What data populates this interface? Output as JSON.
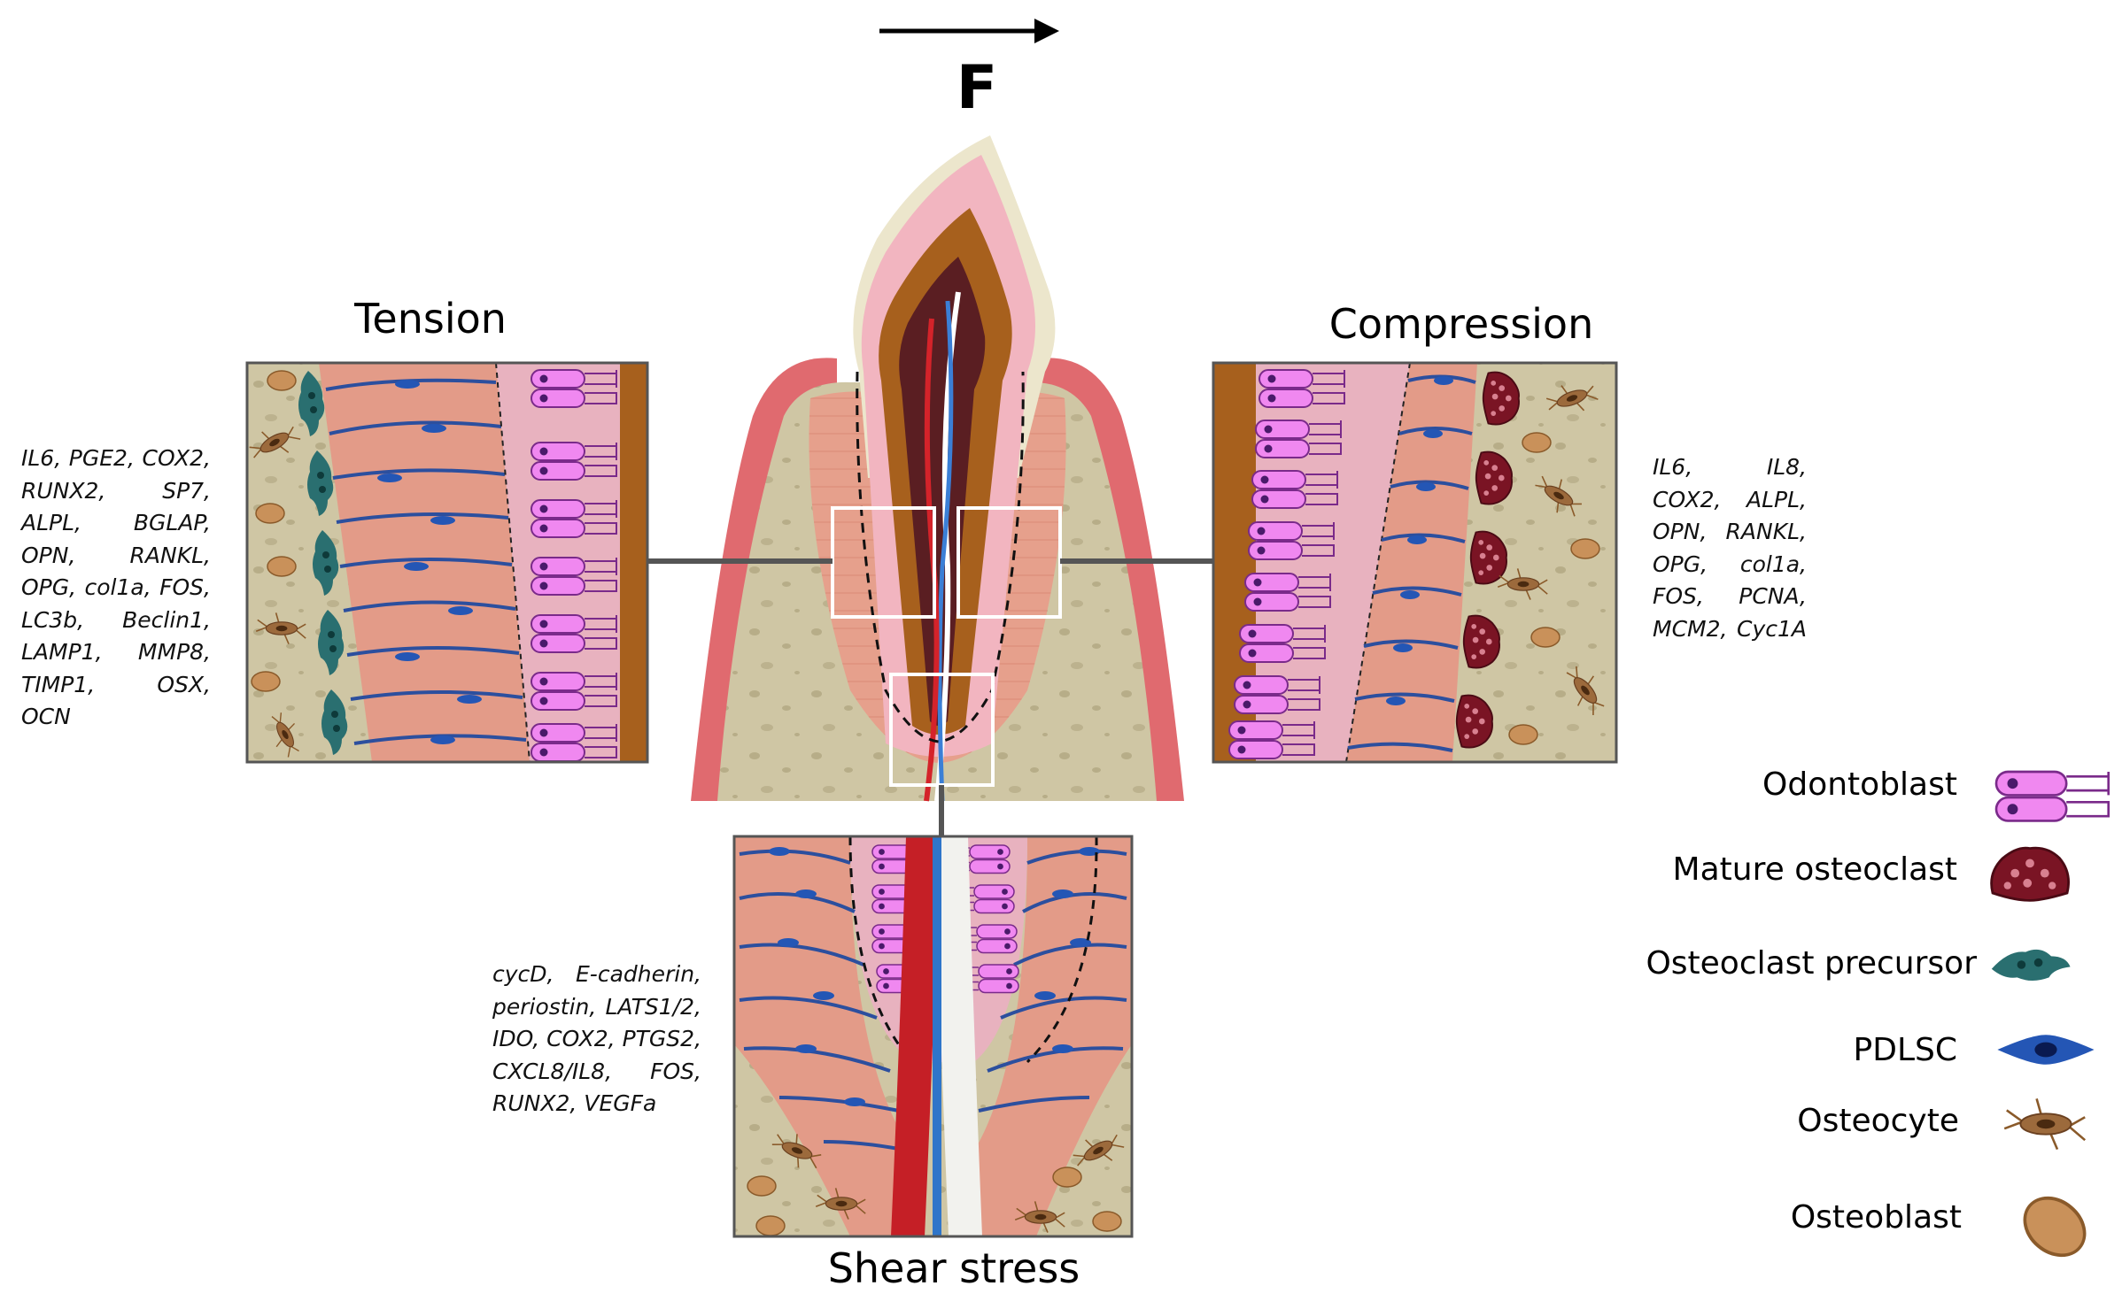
{
  "force_label": "F",
  "panels": {
    "tension": {
      "title": "Tension"
    },
    "compression": {
      "title": "Compression"
    },
    "shear": {
      "title": "Shear stress"
    }
  },
  "genes": {
    "tension": [
      "IL6, PGE2, COX2,",
      "RUNX2, SP7,",
      "ALPL, BGLAP,",
      "OPN, RANKL,",
      "OPG, col1a, FOS,",
      "LC3b, Beclin1,",
      "LAMP1, MMP8,",
      "TIMP1, OSX, OCN"
    ],
    "compression": [
      "IL6, IL8,",
      "COX2, ALPL,",
      "OPN, RANKL,",
      "OPG, col1a,",
      "FOS, PCNA,",
      "MCM2, Cyc1A"
    ],
    "shear": [
      "cycD, E-cadherin,",
      "periostin, LATS1/2,",
      "IDO, COX2, PTGS2,",
      "CXCL8/IL8, FOS,",
      "RUNX2, VEGFa"
    ]
  },
  "legend": [
    {
      "label": "Odontoblast",
      "icon": "odontoblast-icon"
    },
    {
      "label": "Mature osteoclast",
      "icon": "mature-osteoclast-icon"
    },
    {
      "label": "Osteoclast precursor",
      "icon": "osteoclast-precursor-icon"
    },
    {
      "label": "PDLSC",
      "icon": "pdlsc-icon"
    },
    {
      "label": "Osteocyte",
      "icon": "osteocyte-icon"
    },
    {
      "label": "Osteoblast",
      "icon": "osteoblast-icon"
    }
  ],
  "colors": {
    "gum": "#e06a6f",
    "bone": "#cfc6a4",
    "pdl": "#e9a08e",
    "dentin": "#a7601d",
    "pulp": "#5a1e22",
    "enamel": "#ece6cc",
    "odontoblast": "#f088f0",
    "osteoclast": "#7a1424",
    "precursor": "#2a6f70",
    "pdlsc": "#2456b5",
    "osteocyte": "#9c6a3c",
    "osteoblast": "#c9915a"
  }
}
